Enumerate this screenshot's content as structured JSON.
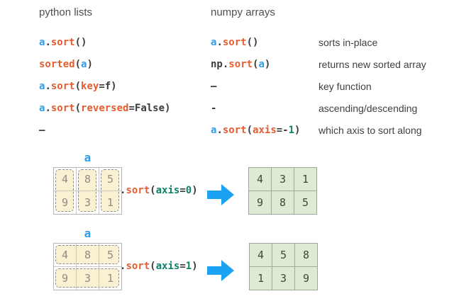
{
  "colors": {
    "b": "#2f9ee9",
    "o": "#e75c30",
    "t": "#0d8268",
    "d": "#3b3b3b",
    "arrow": "#1ba2f2",
    "source_cell_bg": "#faf1d3",
    "result_cell_bg": "#dfead4",
    "header_text": "#4f4f4f"
  },
  "table": {
    "left_header": "python lists",
    "right_header": "numpy arrays",
    "rows": [
      {
        "left": [
          [
            "a",
            "b"
          ],
          [
            ".",
            "d"
          ],
          [
            "sort",
            "o"
          ],
          [
            "()",
            "d"
          ]
        ],
        "right": [
          [
            "a",
            "b"
          ],
          [
            ".",
            "d"
          ],
          [
            "sort",
            "o"
          ],
          [
            "()",
            "d"
          ]
        ],
        "desc": "sorts in-place"
      },
      {
        "left": [
          [
            "sorted",
            "o"
          ],
          [
            "(",
            "d"
          ],
          [
            "a",
            "b"
          ],
          [
            ")",
            "d"
          ]
        ],
        "right": [
          [
            "np.",
            "d"
          ],
          [
            "sort",
            "o"
          ],
          [
            "(",
            "d"
          ],
          [
            "a",
            "b"
          ],
          [
            ")",
            "d"
          ]
        ],
        "desc": "returns new sorted array"
      },
      {
        "left": [
          [
            "a",
            "b"
          ],
          [
            ".",
            "d"
          ],
          [
            "sort",
            "o"
          ],
          [
            "(",
            "d"
          ],
          [
            "key",
            "o"
          ],
          [
            "=f)",
            "d"
          ]
        ],
        "right": [
          [
            "–",
            "d"
          ]
        ],
        "desc": "key function"
      },
      {
        "left": [
          [
            "a",
            "b"
          ],
          [
            ".",
            "d"
          ],
          [
            "sort",
            "o"
          ],
          [
            "(",
            "d"
          ],
          [
            "reversed",
            "o"
          ],
          [
            "=False)",
            "d"
          ]
        ],
        "right": [
          [
            "-",
            "d"
          ]
        ],
        "desc": "ascending/descending"
      },
      {
        "left": [
          [
            "–",
            "d"
          ]
        ],
        "right": [
          [
            "a",
            "b"
          ],
          [
            ".",
            "d"
          ],
          [
            "sort",
            "o"
          ],
          [
            "(",
            "d"
          ],
          [
            "axis",
            "o"
          ],
          [
            "=-",
            "d"
          ],
          [
            "1",
            "t"
          ],
          [
            ")",
            "d"
          ]
        ],
        "desc": "which axis to sort along"
      }
    ]
  },
  "diagrams": [
    {
      "label": "a",
      "source": {
        "values": [
          [
            4,
            8,
            5
          ],
          [
            9,
            3,
            1
          ]
        ],
        "highlight": "columns"
      },
      "code": [
        [
          ".",
          "d"
        ],
        [
          "sort",
          "o"
        ],
        [
          "(",
          "d"
        ],
        [
          "axis",
          "t"
        ],
        [
          "=",
          "d"
        ],
        [
          "0",
          "t"
        ],
        [
          ")",
          "d"
        ]
      ],
      "arrow_icon": "right-arrow",
      "result": {
        "values": [
          [
            4,
            3,
            1
          ],
          [
            9,
            8,
            5
          ]
        ]
      }
    },
    {
      "label": "a",
      "source": {
        "values": [
          [
            4,
            8,
            5
          ],
          [
            9,
            3,
            1
          ]
        ],
        "highlight": "rows"
      },
      "code": [
        [
          ".",
          "d"
        ],
        [
          "sort",
          "o"
        ],
        [
          "(",
          "d"
        ],
        [
          "axis",
          "t"
        ],
        [
          "=",
          "d"
        ],
        [
          "1",
          "t"
        ],
        [
          ")",
          "d"
        ]
      ],
      "arrow_icon": "right-arrow",
      "result": {
        "values": [
          [
            4,
            5,
            8
          ],
          [
            1,
            3,
            9
          ]
        ]
      }
    }
  ]
}
